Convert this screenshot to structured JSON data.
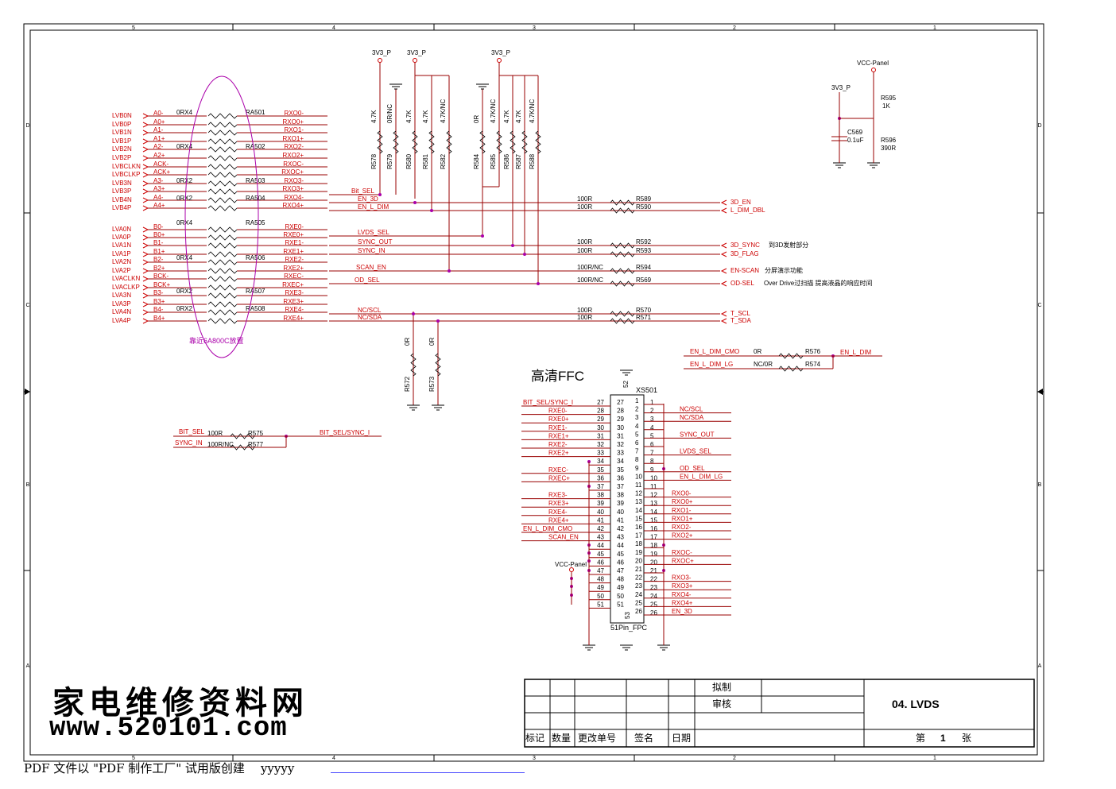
{
  "frame": {
    "top_cols": [
      "5",
      "4",
      "3",
      "2",
      "1"
    ],
    "bottom_cols": [
      "5",
      "4",
      "3",
      "2",
      "1"
    ],
    "side_rows": [
      "D",
      "C",
      "B",
      "A"
    ]
  },
  "title_block": {
    "drawn": "拟制",
    "check": "审核",
    "sheet_title": "04. LVDS",
    "mark": "标记",
    "qty": "数量",
    "change_no": "更改单号",
    "sign": "签名",
    "date": "日期",
    "page_prefix": "第",
    "page_num": "1",
    "page_suffix": "张"
  },
  "watermark": {
    "cn": "家电维修资料网",
    "url": "www.520101.com"
  },
  "footer": {
    "note": "PDF 文件以 \"PDF 制作工厂\" 试用版创建",
    "user": "yyyyy"
  },
  "connector": {
    "heading": "高清FFC",
    "ref": "XS501",
    "part": "51Pin_FPC",
    "pin52": "52",
    "pin53": "53",
    "vcc": "VCC-Panel"
  },
  "lvds_left": {
    "nets": [
      "LVB0N",
      "LVB0P",
      "LVB1N",
      "LVB1P",
      "LVB2N",
      "LVB2P",
      "LVBCLKN",
      "LVBCLKP",
      "LVB3N",
      "LVB3P",
      "LVB4N",
      "LVB4P",
      "LVA0N",
      "LVA0P",
      "LVA1N",
      "LVA1P",
      "LVA2N",
      "LVA2P",
      "LVACLKN",
      "LVACLKP",
      "LVA3N",
      "LVA3P",
      "LVA4N",
      "LVA4P"
    ],
    "pins": [
      "A0-",
      "A0+",
      "A1-",
      "A1+",
      "A2-",
      "A2+",
      "ACK-",
      "ACK+",
      "A3-",
      "A3+",
      "A4-",
      "A4+",
      "B0-",
      "B0+",
      "B1-",
      "B1+",
      "B2-",
      "B2+",
      "BCK-",
      "BCK+",
      "B3-",
      "B3+",
      "B4-",
      "B4+"
    ],
    "outs": [
      "RXO0-",
      "RXO0+",
      "RXO1-",
      "RXO1+",
      "RXO2-",
      "RXO2+",
      "RXOC-",
      "RXOC+",
      "RXO3-",
      "RXO3+",
      "RXO4-",
      "RXO4+",
      "RXE0-",
      "RXE0+",
      "RXE1-",
      "RXE1+",
      "RXE2-",
      "RXE2+",
      "RXEC-",
      "RXEC+",
      "RXE3-",
      "RXE3+",
      "RXE4-",
      "RXE4+"
    ],
    "packs": [
      {
        "val": "0RX4",
        "ref": "RA501"
      },
      {
        "val": "0RX4",
        "ref": "RA502"
      },
      {
        "val": "0RX2",
        "ref": "RA503"
      },
      {
        "val": "0RX2",
        "ref": "RA504"
      },
      {
        "val": "0RX4",
        "ref": "RA505"
      },
      {
        "val": "0RX4",
        "ref": "RA506"
      },
      {
        "val": "0RX2",
        "ref": "RA507"
      },
      {
        "val": "0RX2",
        "ref": "RA508"
      }
    ],
    "note": "靠近6A800C放置"
  },
  "power": {
    "rail_a": "3V3_P",
    "rail_b": "3V3_P",
    "rail_c": "3V3_P",
    "rail_d": "3V3_P",
    "rail_vcc": "VCC-Panel"
  },
  "vres": [
    {
      "val": "4.7K",
      "ref": "R578"
    },
    {
      "val": "0R/NC",
      "ref": "R579"
    },
    {
      "val": "4.7K",
      "ref": "R580"
    },
    {
      "val": "4.7K",
      "ref": "R581"
    },
    {
      "val": "4.7K/NC",
      "ref": "R582"
    },
    {
      "val": "0R",
      "ref": "R584"
    },
    {
      "val": "4.7K/NC",
      "ref": "R585"
    },
    {
      "val": "4.7K",
      "ref": "R586"
    },
    {
      "val": "4.7K",
      "ref": "R587"
    },
    {
      "val": "4.7K/NC",
      "ref": "R588"
    },
    {
      "val": "0R",
      "ref": "R572"
    },
    {
      "val": "0R",
      "ref": "R573"
    }
  ],
  "hres": [
    {
      "val": "100R",
      "ref": "R589"
    },
    {
      "val": "100R",
      "ref": "R590"
    },
    {
      "val": "100R",
      "ref": "R592"
    },
    {
      "val": "100R",
      "ref": "R593"
    },
    {
      "val": "100R/NC",
      "ref": "R594"
    },
    {
      "val": "100R/NC",
      "ref": "R569"
    },
    {
      "val": "100R",
      "ref": "R570"
    },
    {
      "val": "100R",
      "ref": "R571"
    },
    {
      "val": "0R",
      "ref": "R576"
    },
    {
      "val": "NC/0R",
      "ref": "R574"
    },
    {
      "val": "100R",
      "ref": "R575"
    },
    {
      "val": "100R/NC",
      "ref": "R577"
    }
  ],
  "panel": {
    "r595": "R595",
    "r595v": "1K",
    "r596": "R596",
    "r596v": "390R",
    "c569": "C569",
    "c569v": "0.1uF"
  },
  "nets": {
    "bit_sel": "Bit_SEL",
    "en_3d": "EN_3D",
    "en_l_dim": "EN_L_DIM",
    "lvds_sel": "LVDS_SEL",
    "sync_out": "SYNC_OUT",
    "sync_in": "SYNC_IN",
    "scan_en": "SCAN_EN",
    "od_sel": "OD_SEL",
    "nc_scl": "NC/SCL",
    "nc_sda": "NC/SDA",
    "o_3d_en": "3D_EN",
    "o_ldim_dbl": "L_DIM_DBL",
    "o_3d_sync": "3D_SYNC",
    "o_3d_flag": "3D_FLAG",
    "o_en_scan": "EN-SCAN",
    "o_od_sel": "OD-SEL",
    "o_t_scl": "T_SCL",
    "o_t_sda": "T_SDA",
    "en_l_dim_cmo": "EN_L_DIM_CMO",
    "en_l_dim_lg": "EN_L_DIM_LG",
    "en_l_dim2": "EN_L_DIM",
    "bit_sel2": "BIT_SEL",
    "sync_in2": "SYNC_IN",
    "bit_sel_sync": "BIT_SEL/SYNC_I"
  },
  "notes": {
    "n_3d": "到3D发射部分",
    "n_scan": "分屏演示功能",
    "n_od": "Over Drive过扫描 提高液晶的响应时间"
  },
  "fpc_left": [
    {
      "pin": "27",
      "net": "BIT_SEL/SYNC_I"
    },
    {
      "pin": "28",
      "net": "RXE0-"
    },
    {
      "pin": "29",
      "net": "RXE0+"
    },
    {
      "pin": "30",
      "net": "RXE1-"
    },
    {
      "pin": "31",
      "net": "RXE1+"
    },
    {
      "pin": "32",
      "net": "RXE2-"
    },
    {
      "pin": "33",
      "net": "RXE2+"
    },
    {
      "pin": "34",
      "net": ""
    },
    {
      "pin": "35",
      "net": "RXEC-"
    },
    {
      "pin": "36",
      "net": "RXEC+"
    },
    {
      "pin": "37",
      "net": ""
    },
    {
      "pin": "38",
      "net": "RXE3-"
    },
    {
      "pin": "39",
      "net": "RXE3+"
    },
    {
      "pin": "40",
      "net": "RXE4-"
    },
    {
      "pin": "41",
      "net": "RXE4+"
    },
    {
      "pin": "42",
      "net": "EN_L_DIM_CMO"
    },
    {
      "pin": "43",
      "net": "SCAN_EN"
    },
    {
      "pin": "44",
      "net": ""
    },
    {
      "pin": "45",
      "net": ""
    },
    {
      "pin": "46",
      "net": ""
    },
    {
      "pin": "47",
      "net": ""
    },
    {
      "pin": "48",
      "net": ""
    },
    {
      "pin": "49",
      "net": ""
    },
    {
      "pin": "50",
      "net": ""
    },
    {
      "pin": "51",
      "net": ""
    }
  ],
  "fpc_right": [
    {
      "pin": "1",
      "net": ""
    },
    {
      "pin": "2",
      "net": "NC/SCL"
    },
    {
      "pin": "3",
      "net": "NC/SDA"
    },
    {
      "pin": "4",
      "net": ""
    },
    {
      "pin": "5",
      "net": "SYNC_OUT"
    },
    {
      "pin": "6",
      "net": ""
    },
    {
      "pin": "7",
      "net": "LVDS_SEL"
    },
    {
      "pin": "8",
      "net": ""
    },
    {
      "pin": "9",
      "net": "OD_SEL"
    },
    {
      "pin": "10",
      "net": "EN_L_DIM_LG"
    },
    {
      "pin": "11",
      "net": ""
    },
    {
      "pin": "12",
      "net": "RXO0-"
    },
    {
      "pin": "13",
      "net": "RXO0+"
    },
    {
      "pin": "14",
      "net": "RXO1-"
    },
    {
      "pin": "15",
      "net": "RXO1+"
    },
    {
      "pin": "16",
      "net": "RXO2-"
    },
    {
      "pin": "17",
      "net": "RXO2+"
    },
    {
      "pin": "18",
      "net": ""
    },
    {
      "pin": "19",
      "net": "RXOC-"
    },
    {
      "pin": "20",
      "net": "RXOC+"
    },
    {
      "pin": "21",
      "net": ""
    },
    {
      "pin": "22",
      "net": "RXO3-"
    },
    {
      "pin": "23",
      "net": "RXO3+"
    },
    {
      "pin": "24",
      "net": "RXO4-"
    },
    {
      "pin": "25",
      "net": "RXO4+"
    },
    {
      "pin": "26",
      "net": "EN_3D"
    }
  ]
}
